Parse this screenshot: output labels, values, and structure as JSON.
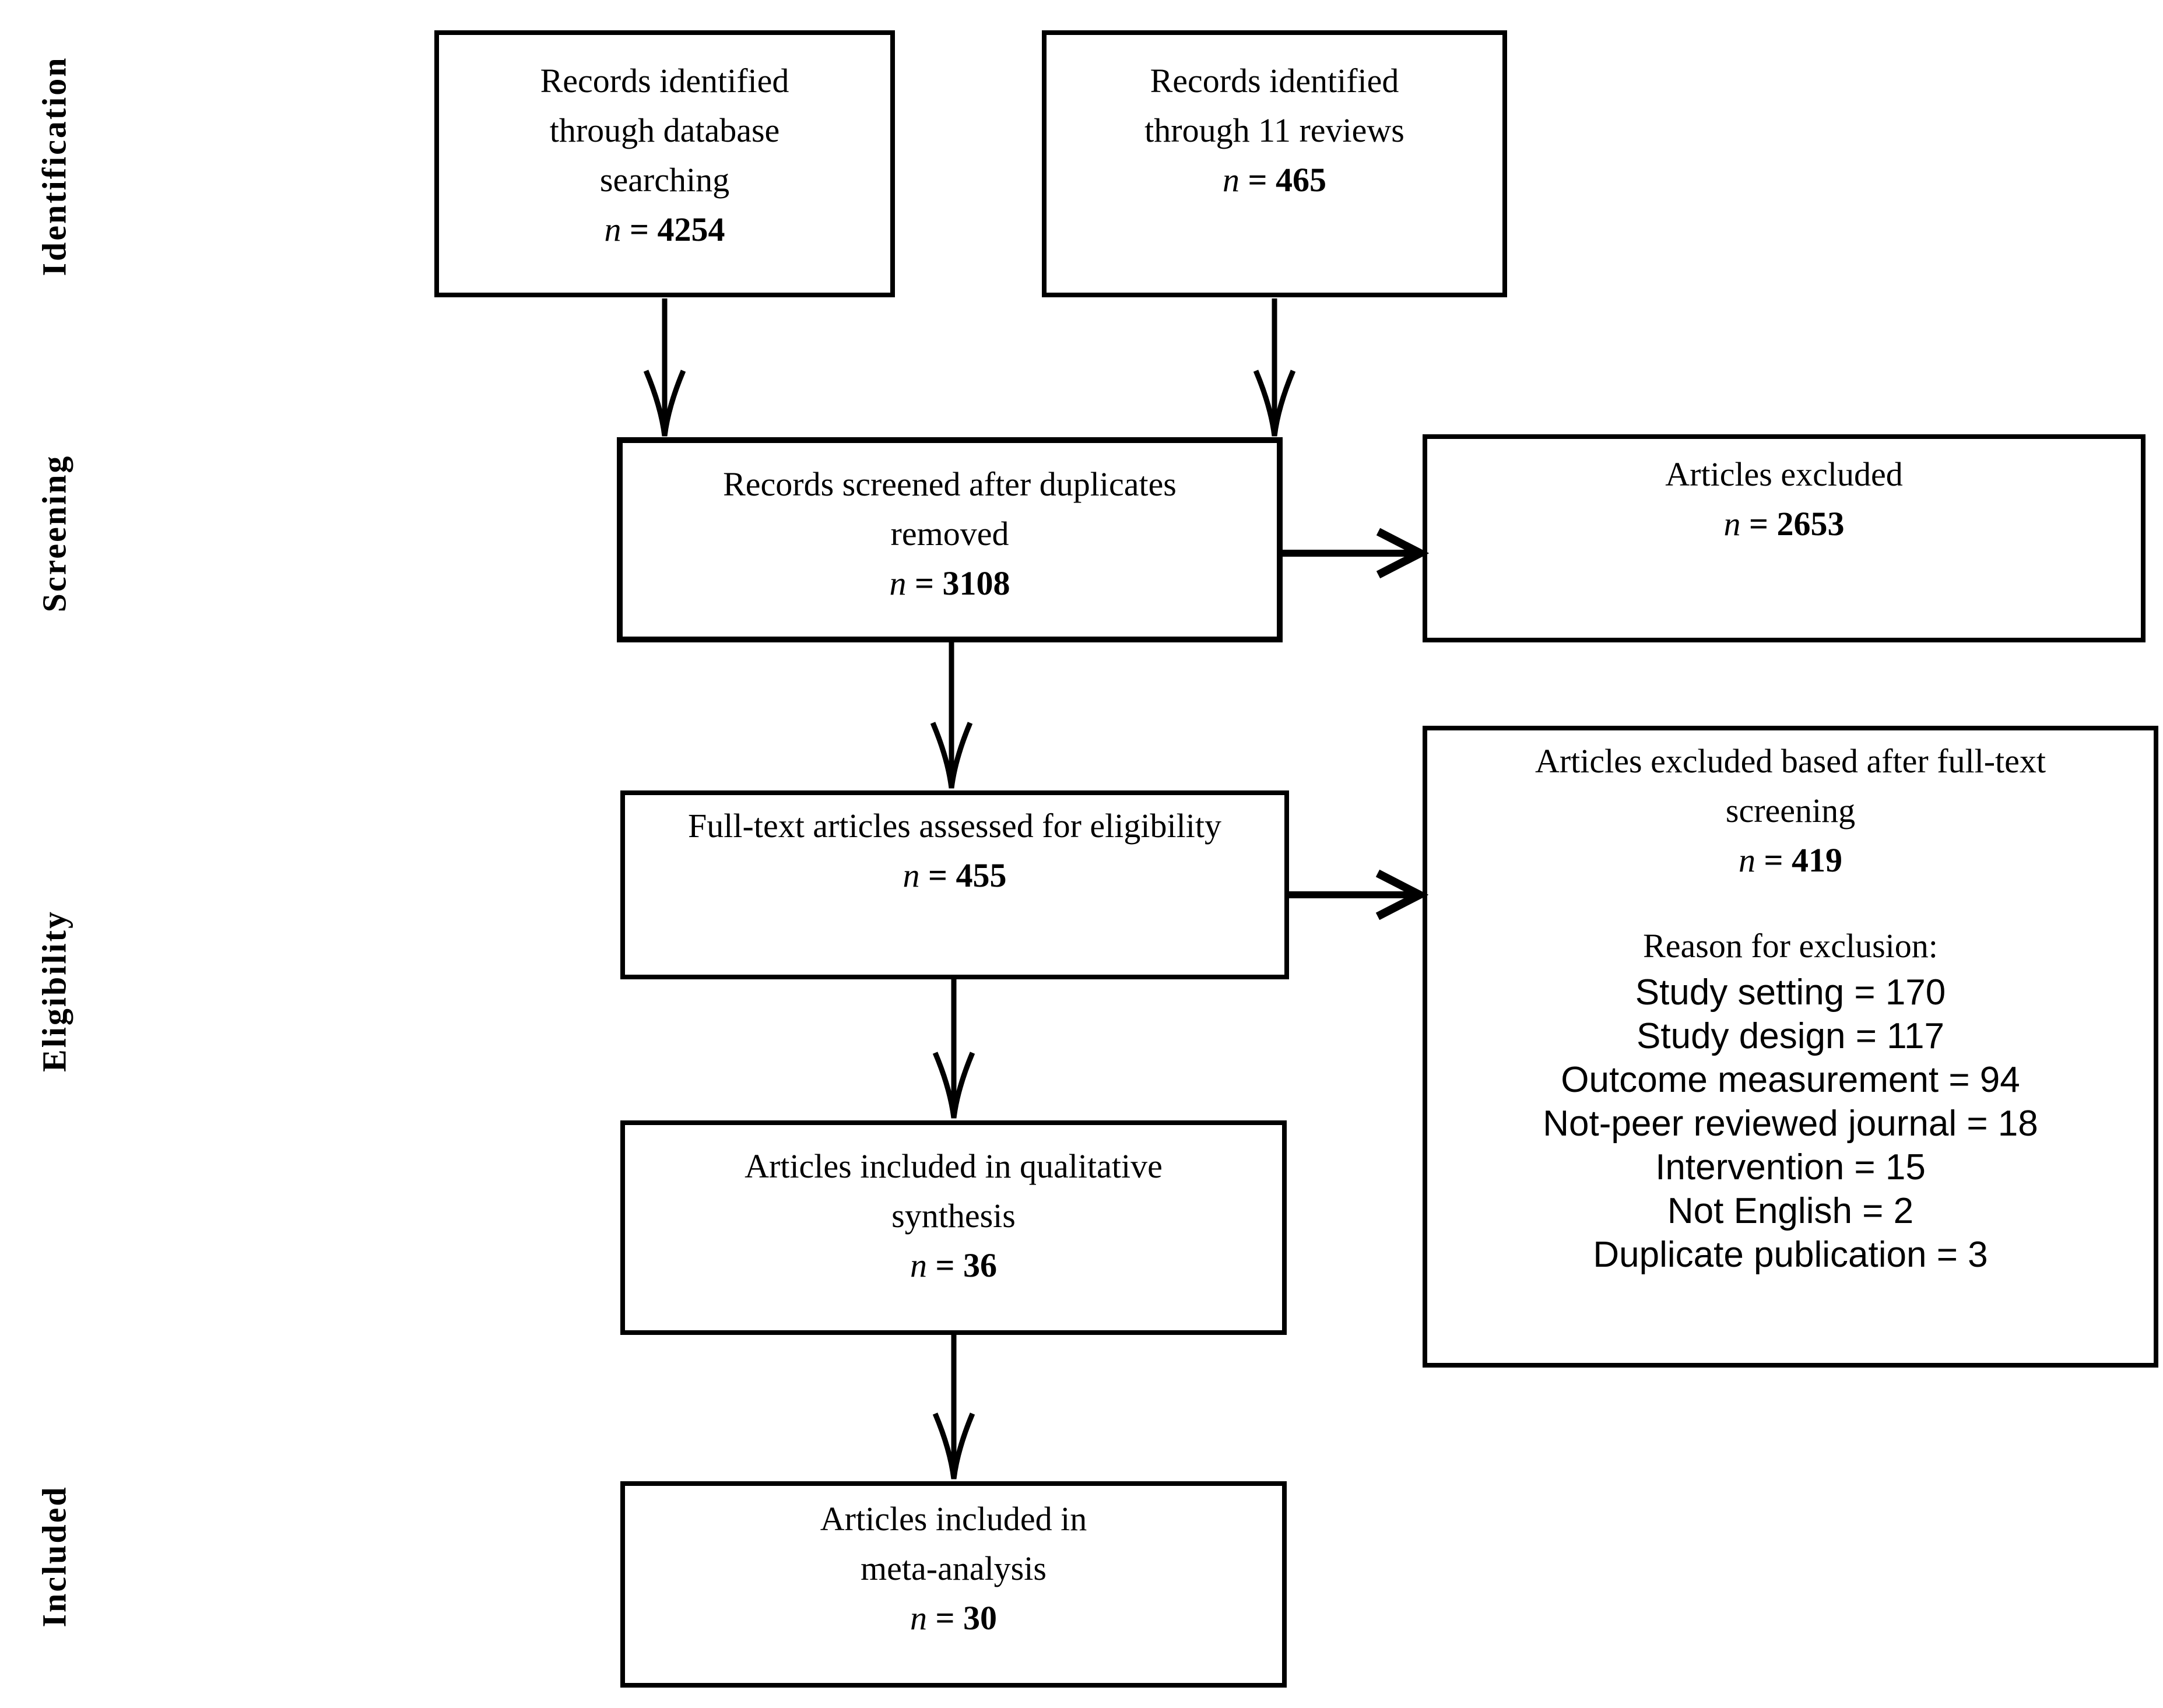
{
  "stages": {
    "identification": "Identification",
    "screening": "Screening",
    "eligibility": "Eligibility",
    "included": "Included"
  },
  "boxes": {
    "db_search": {
      "lines": [
        "Records identified",
        "through database",
        "searching"
      ],
      "n_italic": "n",
      "n_bold": " = 4254"
    },
    "reviews": {
      "lines": [
        "Records identified",
        "through 11 reviews"
      ],
      "n_italic": "n",
      "n_bold": " = 465"
    },
    "screened": {
      "lines": [
        "Records screened after duplicates",
        "removed"
      ],
      "n_italic": "n",
      "n_bold": " = 3108"
    },
    "articles_excluded": {
      "lines": [
        "Articles excluded"
      ],
      "n_italic": "n",
      "n_bold": " = 2653"
    },
    "fulltext": {
      "lines": [
        "Full-text articles assessed for eligibility"
      ],
      "n_italic": "n",
      "n_bold": " = 455"
    },
    "fulltext_excluded": {
      "lines": [
        "Articles excluded based after full-text",
        "screening"
      ],
      "n_italic": "n",
      "n_bold": " = 419",
      "reason_heading": "Reason for exclusion:",
      "reasons": [
        "Study setting = 170",
        "Study design = 117",
        "Outcome measurement = 94",
        "Not-peer reviewed journal = 18",
        "Intervention = 15",
        "Not English = 2",
        "Duplicate publication = 3"
      ]
    },
    "qualitative": {
      "lines": [
        "Articles included in qualitative",
        "synthesis"
      ],
      "n_italic": "n",
      "n_bold": " = 36"
    },
    "meta": {
      "lines": [
        "Articles included in",
        "meta-analysis"
      ],
      "n_italic": "n",
      "n_bold": " = 30"
    }
  },
  "colors": {
    "ink": "#000000",
    "paper": "#ffffff"
  }
}
